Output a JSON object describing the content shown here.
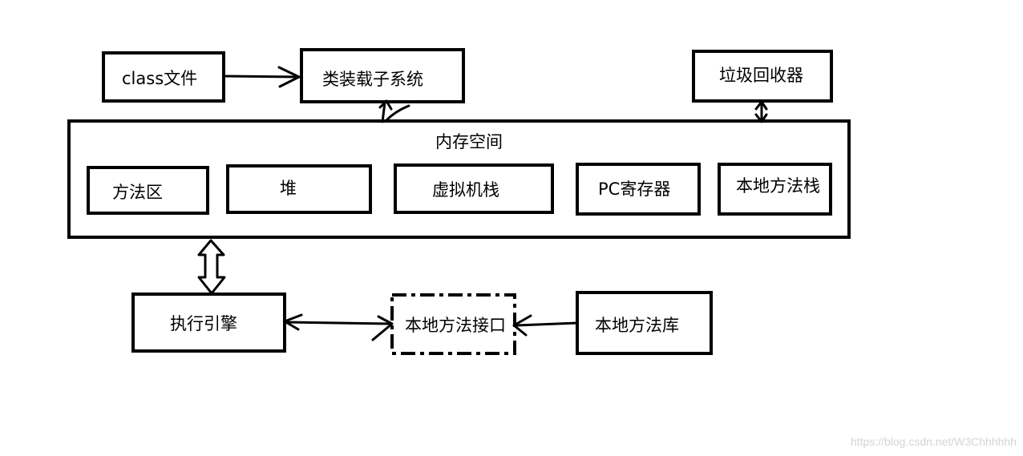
{
  "colors": {
    "stroke": "#000000",
    "background": "#ffffff",
    "watermark": "#d4d4d4"
  },
  "nodes": {
    "class_file": "class文件",
    "class_loader": "类装载子系统",
    "garbage_collector": "垃圾回收器",
    "memory_space": "内存空间",
    "method_area": "方法区",
    "heap": "堆",
    "vm_stack": "虚拟机栈",
    "pc_register": "PC寄存器",
    "native_method_stack": "本地方法栈",
    "execution_engine": "执行引擎",
    "native_interface": "本地方法接口",
    "native_library": "本地方法库"
  },
  "watermark": "https://blog.csdn.net/W3Chhhhhh"
}
